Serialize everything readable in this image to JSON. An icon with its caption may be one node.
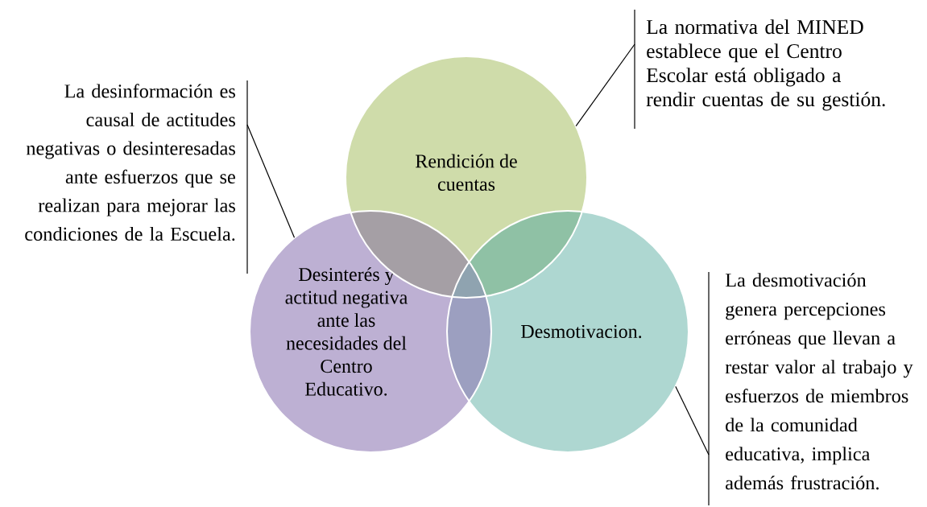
{
  "diagram": {
    "nodes": [
      {
        "text": [
          "Rendición de cuentas"
        ]
      },
      {
        "text": [
          "Desinterés y actitud negativa ante las necesidades del Centro Educativo."
        ]
      },
      {
        "text": [
          "Desmotivacion."
        ]
      },
      {
        "text": [
          "La normativa del MINED establece que el Centro Escolar está obligado a rendir cuentas de su gestión."
        ]
      },
      {
        "text": [
          "La desinformación es causal de actitudes negativas o desinteresadas ante esfuerzos que se realizan para mejorar las condiciones de la Escuela."
        ]
      },
      {
        "text": [
          "La desmotivación genera percepciones erróneas que llevan a restar valor al trabajo y esfuerzos de miembros de la comunidad educativa, implica además frustración."
        ]
      }
    ],
    "edges": [
      {
        "from": 3,
        "to": 0,
        "arrow": "none"
      },
      {
        "from": 4,
        "to": 1,
        "arrow": "none"
      },
      {
        "from": 5,
        "to": 2,
        "arrow": "none"
      }
    ]
  }
}
